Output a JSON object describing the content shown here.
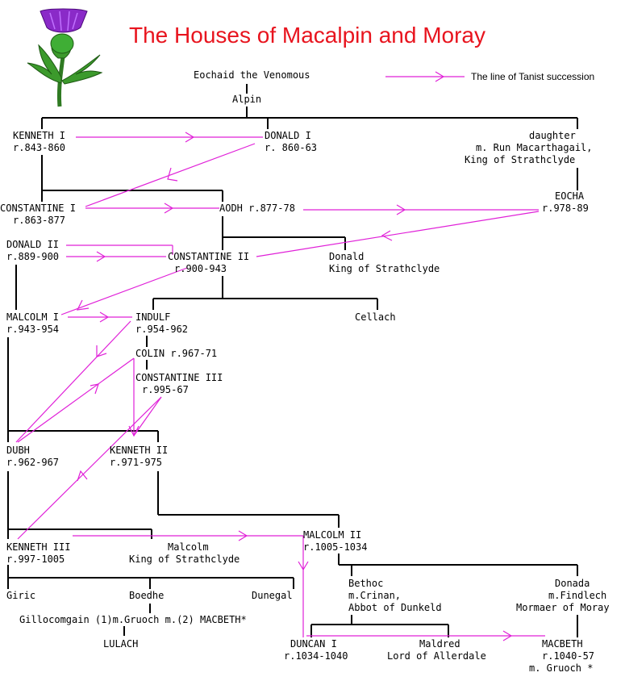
{
  "title": "The Houses of Macalpin and Moray",
  "legend": {
    "text": "The line of Tanist succession",
    "color": "#e020d8"
  },
  "colors": {
    "title": "#e8141e",
    "tanist": "#e020d8",
    "tree": "#000000"
  },
  "logo": {
    "icon": "thistle-icon"
  },
  "people": {
    "eochaid": "Eochaid the Venomous",
    "alpin": "Alpin",
    "kenneth1": [
      "KENNETH I",
      "r.843-860"
    ],
    "donald1": [
      "DONALD I",
      "r. 860-63"
    ],
    "daughter": [
      "daughter",
      "m. Run Macarthagail,",
      "King of Strathclyde"
    ],
    "constantine1": [
      "CONSTANTINE I",
      "r.863-877"
    ],
    "aodh": "AODH r.877-78",
    "eocha": [
      "EOCHA",
      "r.978-89"
    ],
    "donald2": [
      "DONALD II",
      "r.889-900"
    ],
    "constantine2": [
      "CONSTANTINE II",
      "r.900-943"
    ],
    "donald_strathclyde": [
      "Donald",
      "King of Strathclyde"
    ],
    "malcolm1": [
      "MALCOLM I",
      "r.943-954"
    ],
    "indulf": [
      "INDULF",
      "r.954-962"
    ],
    "cellach": "Cellach",
    "colin": "COLIN r.967-71",
    "constantine3": [
      "CONSTANTINE III",
      "r.995-67"
    ],
    "dubh": [
      "DUBH",
      "r.962-967"
    ],
    "kenneth2": [
      "KENNETH II",
      "r.971-975"
    ],
    "kenneth3": [
      "KENNETH III",
      "r.997-1005"
    ],
    "malcolm_strathclyde": [
      "Malcolm",
      "King of Strathclyde"
    ],
    "malcolm2": [
      "MALCOLM II",
      "r.1005-1034"
    ],
    "giric": "Giric",
    "boedhe": "Boedhe",
    "dunegal": "Dunegal",
    "gruoch_line": "Gillocomgain (1)m.Gruoch m.(2) MACBETH*",
    "lulach": "LULACH",
    "bethoc": [
      "Bethoc",
      "m.Crinan,",
      "Abbot of Dunkeld"
    ],
    "donada": [
      "Donada",
      "m.Findlech",
      "Mormaer of Moray"
    ],
    "duncan1": [
      "DUNCAN I",
      "r.1034-1040"
    ],
    "maldred": [
      "Maldred",
      "Lord of Allerdale"
    ],
    "macbeth": [
      "MACBETH",
      "r.1040-57",
      "m. Gruoch *"
    ]
  }
}
